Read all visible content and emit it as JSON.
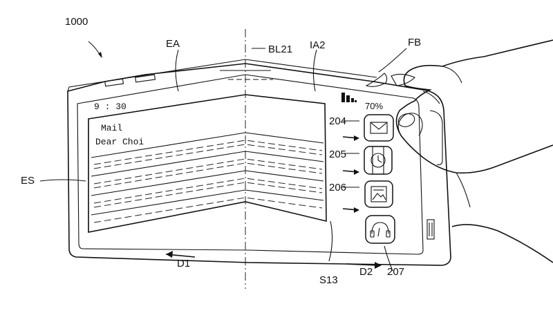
{
  "labels": {
    "device": "1000",
    "edge_area": "EA",
    "bend_line": "BL21",
    "inner_area": "IA2",
    "finger": "FB",
    "screen": "ES",
    "icon_mail": "204",
    "icon_clock": "205",
    "icon_picture": "206",
    "icon_music": "207",
    "scroll": "S13",
    "dir_left": "D1",
    "dir_right": "D2"
  },
  "status": {
    "time": "9 : 30",
    "battery": "70%"
  },
  "content": {
    "line1": "Mail",
    "line2": "Dear Choi"
  },
  "icons": [
    "envelope-icon",
    "clock-icon",
    "picture-icon",
    "headphones-icon",
    "signal-icon"
  ]
}
